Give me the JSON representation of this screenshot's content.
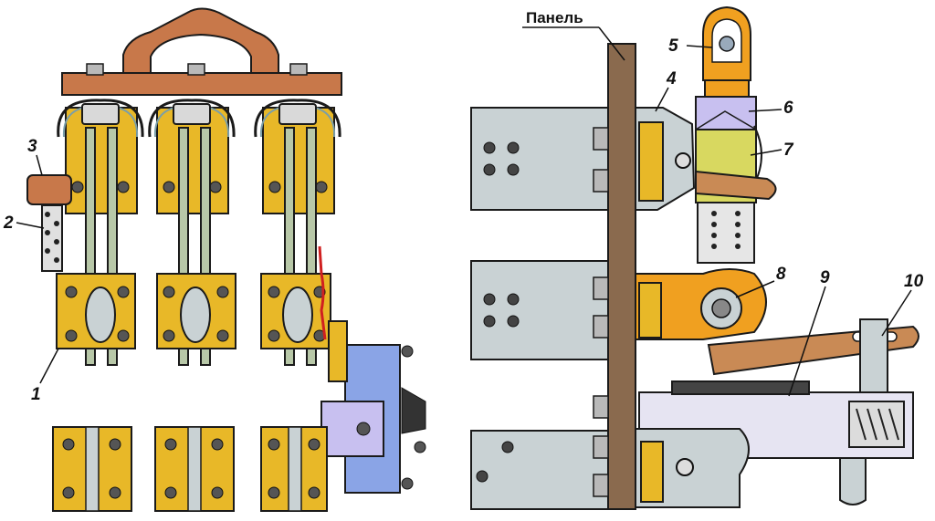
{
  "panel_label": "Панель",
  "callouts": {
    "c1": "1",
    "c2": "2",
    "c3": "3",
    "c4": "4",
    "c5": "5",
    "c6": "6",
    "c7": "7",
    "c8": "8",
    "c9": "9",
    "c10": "10"
  },
  "colors": {
    "copper": "#c8784a",
    "brass": "#e8b828",
    "brass_light": "#f2d56a",
    "steel": "#c9d2d4",
    "blue_box": "#8aa4e6",
    "panel_brown": "#8a6a4e",
    "handle": "#c98a55",
    "orange": "#f0a020",
    "lavender": "#c8c0f0",
    "yellow_green": "#d8d860"
  }
}
